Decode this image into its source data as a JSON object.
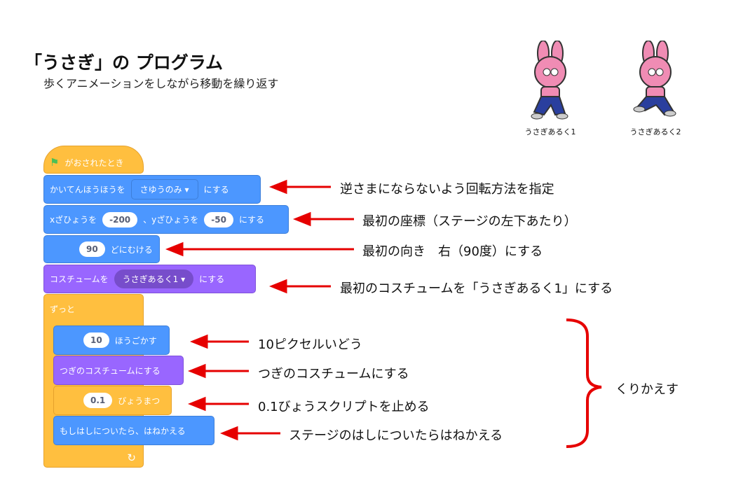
{
  "title": "「うさぎ」の プログラム",
  "subtitle": "歩くアニメーションをしながら移動を繰り返す",
  "costumes": [
    {
      "caption": "うさぎあるく1"
    },
    {
      "caption": "うさぎあるく2"
    }
  ],
  "blocks": {
    "hat": "がおされたとき",
    "rotation": {
      "label": "かいてんほうほうを",
      "value": "さゆうのみ ▾",
      "suffix": "にする"
    },
    "goto": {
      "x_label": "xざひょうを",
      "x": "-200",
      "y_label": "、yざひょうを",
      "y": "-50",
      "suffix": "にする"
    },
    "point": {
      "value": "90",
      "label": "どにむける"
    },
    "costume": {
      "label": "コスチュームを",
      "value": "うさぎあるく1 ▾",
      "suffix": "にする"
    },
    "forever": "ずっと",
    "move": {
      "value": "10",
      "label": "ほうごかす"
    },
    "next_costume": "つぎのコスチュームにする",
    "wait": {
      "value": "0.1",
      "label": "びょうまつ"
    },
    "bounce": "もしはしについたら、はねかえる",
    "loop_arrow": "↻"
  },
  "notes": [
    "逆さまにならないよう回転方法を指定",
    "最初の座標（ステージの左下あたり）",
    "最初の向き　右（90度）にする",
    "最初のコスチュームを「うさぎあるく1」にする",
    "10ピクセルいどう",
    "つぎのコスチュームにする",
    "0.1びょうスクリプトを止める",
    "ステージのはしについたらはねかえる"
  ],
  "brace_label": "くりかえす",
  "colors": {
    "motion": "#4c97ff",
    "looks": "#9966ff",
    "control": "#ffbf3f",
    "arrow": "#e60000"
  }
}
